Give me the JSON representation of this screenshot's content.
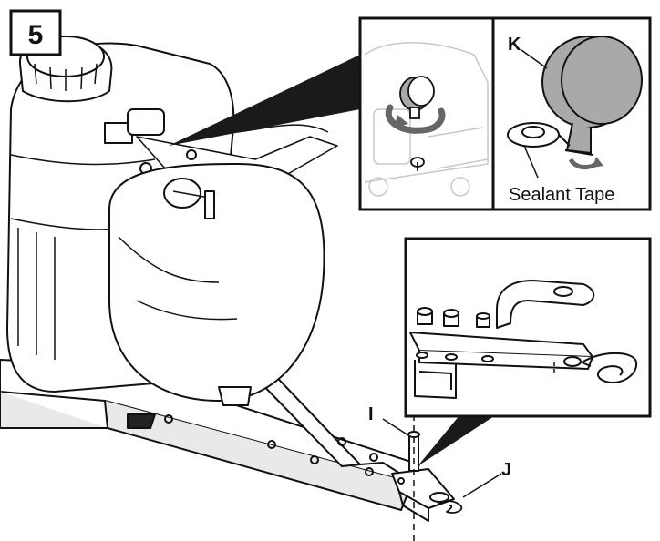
{
  "step": {
    "number": "5"
  },
  "callouts": {
    "pin": "I",
    "clip": "J",
    "gauge": "K",
    "sealant": "Sealant Tape"
  },
  "colors": {
    "line": "#111111",
    "gauge_fill": "#a9a9a9",
    "faded": "#c8c8c8",
    "shadow": "#1a1a1a",
    "arrow": "#666666"
  },
  "icons": [
    "rotate-arrow-icon",
    "wrap-arrow-icon"
  ]
}
